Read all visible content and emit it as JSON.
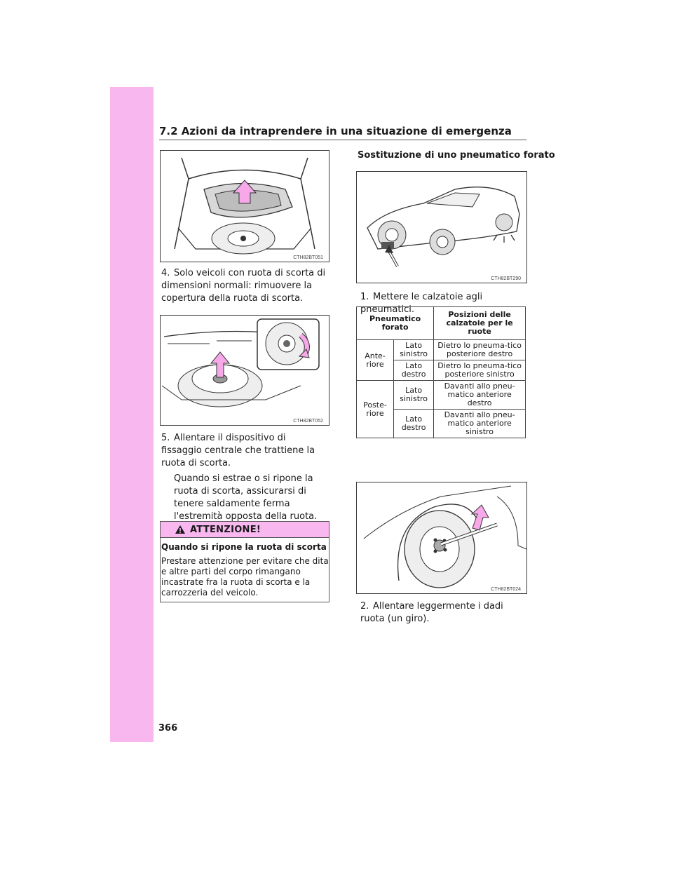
{
  "header": {
    "title": "7.2 Azioni da intraprendere in una situazione di emergenza"
  },
  "figures": {
    "fig1_code": "CTH82BT051",
    "fig2_code": "CTH82BT052",
    "fig3_code": "CTH82BT290",
    "fig4_code": "CTH82BT024"
  },
  "left": {
    "step4": {
      "num": "4.",
      "text": "Solo veicoli con ruota di scorta di dimensioni normali: rimuovere la copertura della ruota di scorta."
    },
    "step5": {
      "num": "5.",
      "text": "Allentare il dispositivo di fissaggio centrale che trattiene la ruota di scorta.",
      "note": "Quando si estrae o si ripone la ruota di scorta, assicurarsi di tenere saldamente ferma l'estremità opposta della ruota."
    },
    "warning": {
      "title": "ATTENZIONE!",
      "subtitle": "Quando si ripone la ruota di scorta",
      "text": "Prestare attenzione per evitare che dita e altre parti del corpo rimangano incastrate fra la ruota di scorta e la carrozzeria del veicolo."
    }
  },
  "right": {
    "section_title": "Sostituzione di uno pneumatico forato",
    "step1": {
      "num": "1.",
      "text": "Mettere le calzatoie agli pneumatici."
    },
    "table": {
      "header_col1": "Pneumatico forato",
      "header_col2": "Posizioni delle calzatoie per le ruote",
      "groups": [
        {
          "label": "Ante-riore",
          "rows": [
            {
              "side": "Lato sinistro",
              "position": "Dietro lo pneuma-tico posteriore destro"
            },
            {
              "side": "Lato destro",
              "position": "Dietro lo pneuma-tico posteriore sinistro"
            }
          ]
        },
        {
          "label": "Poste-riore",
          "rows": [
            {
              "side": "Lato sinistro",
              "position": "Davanti allo pneu-matico anteriore destro"
            },
            {
              "side": "Lato destro",
              "position": "Davanti allo pneu-matico anteriore sinistro"
            }
          ]
        }
      ]
    },
    "step2": {
      "num": "2.",
      "text": "Allentare leggermente i dadi ruota (un giro)."
    }
  },
  "page_number": "366",
  "colors": {
    "sidebar": "#f9b7ef",
    "arrow": "#f6a8e8"
  }
}
